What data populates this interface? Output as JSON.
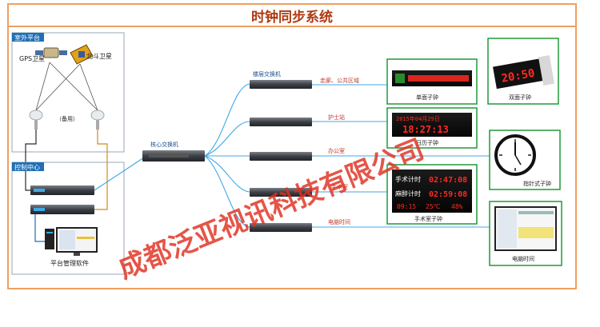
{
  "title": "时钟同步系统",
  "watermark": "成都泛亚视讯科技有限公司",
  "outdoor": {
    "panel_label": "室外平台",
    "gps_label": "GPS卫星",
    "beidou_label": "北斗卫星",
    "standby_label": "（备用）"
  },
  "control": {
    "panel_label": "控制中心",
    "server_label": "服务器",
    "software_label": "平台管理软件"
  },
  "core_switch_label": "核心交换机",
  "floor_switch_label": "楼层交换机",
  "areas": [
    {
      "label": "走廊、公共区域"
    },
    {
      "label": "护士站"
    },
    {
      "label": "办公室"
    },
    {
      "label": "手术室"
    },
    {
      "label": "电脑时间"
    }
  ],
  "clocks": {
    "single_label": "单面子钟",
    "double_label": "双面子钟",
    "double_time": "20:50",
    "calendar_label": "日历子钟",
    "calendar_date": "2015年04月29日",
    "calendar_time": "18:27:13",
    "analog_label": "指针式子钟",
    "or_label": "手术室子钟",
    "or_row1_label": "手术计时",
    "or_row1_time": "02:47:08",
    "or_row2_label": "麻醉计时",
    "or_row2_time": "02:59:08",
    "or_row3_left": "09:15",
    "or_row3_mid": "25℃",
    "or_row3_right": "48%",
    "computer_label": "电脑时间"
  },
  "colors": {
    "frame": "#f0a060",
    "link": "#3fa8e6",
    "accent": "#c0392b",
    "panel_border": "#1f9a3a",
    "watermark": "#e03020",
    "led_red": "#ff2a1f"
  }
}
